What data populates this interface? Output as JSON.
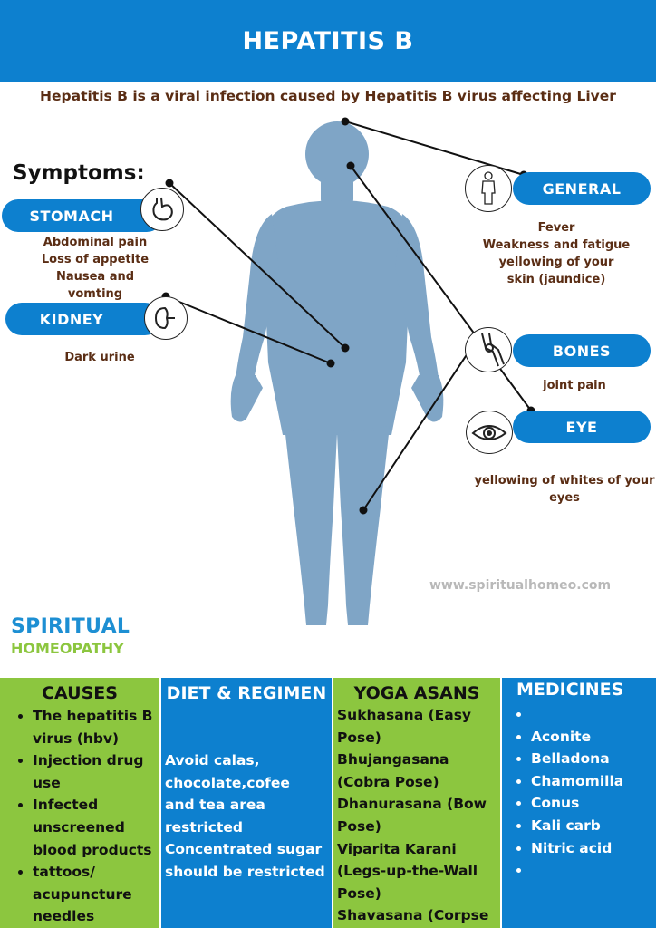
{
  "header": {
    "title": "HEPATITIS B"
  },
  "subtitle": "Hepatitis B is a viral infection caused by Hepatitis B virus affecting Liver",
  "symptoms_heading": "Symptoms:",
  "symptoms": {
    "stomach": {
      "label": "STOMACH",
      "lines": [
        "Abdominal pain",
        "Loss of appetite",
        "Nausea and vomting"
      ]
    },
    "kidney": {
      "label": "KIDNEY",
      "lines": [
        "Dark urine"
      ]
    },
    "general": {
      "label": "GENERAL",
      "lines": [
        "Fever",
        "Weakness and fatigue",
        "yellowing of your",
        "skin (jaundice)"
      ]
    },
    "bones": {
      "label": "BONES",
      "lines": [
        "joint pain"
      ]
    },
    "eye": {
      "label": "EYE",
      "lines": [
        "yellowing of whites of your",
        "eyes"
      ]
    }
  },
  "watermark": "www.spiritualhomeo.com",
  "brand": {
    "line1": "SPIRITUAL",
    "line2": "HOMEOPATHY"
  },
  "columns": {
    "causes": {
      "title": "CAUSES",
      "items": [
        "The hepatitis B virus (hbv)",
        "Injection drug use",
        "Infected unscreened blood products",
        "tattoos/ acupuncture needles"
      ]
    },
    "diet": {
      "title": "DIET & REGIMEN",
      "lines": [
        "Avoid calas,",
        "chocolate,cofee",
        "and tea area",
        "restricted",
        "Concentrated sugar",
        "should be restricted"
      ]
    },
    "yoga": {
      "title": "YOGA ASANS",
      "lines": [
        "Sukhasana (Easy",
        "Pose)",
        "Bhujangasana",
        "(Cobra Pose)",
        "Dhanurasana (Bow",
        "Pose)",
        "Viparita Karani",
        "(Legs-up-the-Wall",
        "Pose)",
        "Shavasana (Corpse"
      ]
    },
    "medicines": {
      "title": "MEDICINES",
      "items": [
        "",
        "Aconite",
        "Belladona",
        "Chamomilla",
        "Conus",
        "Kali carb",
        "Nitric acid",
        ""
      ]
    }
  },
  "colors": {
    "blue": "#0d80cf",
    "green": "#8cc63f",
    "brown": "#5a2d14",
    "body": "#7fa5c6"
  }
}
